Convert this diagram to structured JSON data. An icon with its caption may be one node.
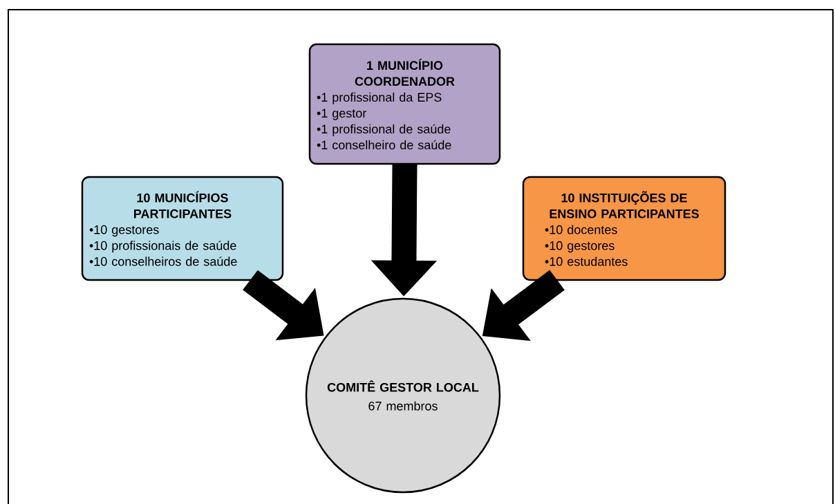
{
  "diagram": {
    "nodes": [
      {
        "text": [
          "1 MUNICÍPIO COORDENADOR",
          "•1 profissional da EPS",
          "•1 gestor",
          "•1 profissional de saúde",
          "•1 conselheiro de saúde"
        ]
      },
      {
        "text": [
          "10 MUNICÍPIOS PARTICIPANTES",
          "•10 gestores",
          "•10 profissionais de saúde",
          "•10 conselheiros de saúde"
        ]
      },
      {
        "text": [
          "10 INSTITUIÇÕES DE ENSINO PARTICIPANTES",
          "•10 docentes",
          "•10 gestores",
          "•10 estudantes"
        ]
      },
      {
        "text": [
          "COMITÊ GESTOR LOCAL",
          "67 membros"
        ]
      }
    ],
    "edges": [
      {
        "from": 0,
        "to": 3,
        "arrow": "to"
      },
      {
        "from": 1,
        "to": 3,
        "arrow": "to"
      },
      {
        "from": 2,
        "to": 3,
        "arrow": "to"
      }
    ]
  }
}
